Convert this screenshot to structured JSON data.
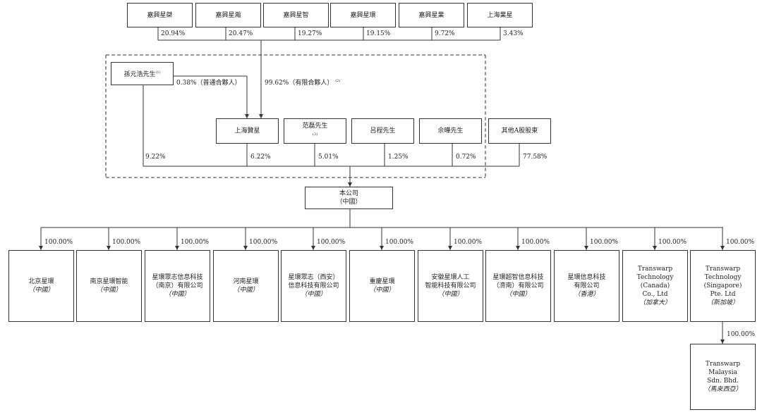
{
  "top_holders": [
    {
      "name": "嘉興星桀",
      "pct": "20.94%"
    },
    {
      "name": "嘉興星瀚",
      "pct": "20.47%"
    },
    {
      "name": "嘉興星智",
      "pct": "19.27%"
    },
    {
      "name": "嘉興星環",
      "pct": "19.15%"
    },
    {
      "name": "嘉興星業",
      "pct": "9.72%"
    },
    {
      "name": "上海業星",
      "pct": "3.43%"
    }
  ],
  "sun": {
    "name": "孫元浩先生",
    "note": "(1)",
    "gp_label": "0.38%（普通合夥人）",
    "lp_label": "99.62%（有限合夥人）",
    "lp_note": "(2)"
  },
  "shareholders": [
    {
      "name": "孫元浩先生",
      "pct": "9.22%"
    },
    {
      "name": "上海贊星",
      "pct": "6.22%"
    },
    {
      "name": "范磊先生",
      "note": "(3)",
      "pct": "5.01%"
    },
    {
      "name": "呂程先生",
      "pct": "1.25%"
    },
    {
      "name": "佘曄先生",
      "pct": "0.72%"
    },
    {
      "name": "其他A股股東",
      "pct": "77.58%"
    }
  ],
  "company": {
    "name": "本公司",
    "loc": "（中國）"
  },
  "subsidiaries": [
    {
      "name": "北京星環",
      "loc": "（中國）",
      "pct": "100.00%"
    },
    {
      "name": "南京星環智能",
      "loc": "（中國）",
      "pct": "100.00%"
    },
    {
      "name": "星環眾志信息科技\n（南京）有限公司",
      "loc": "（中國）",
      "pct": "100.00%"
    },
    {
      "name": "河南星環",
      "loc": "（中國）",
      "pct": "100.00%"
    },
    {
      "name": "星環眾志（西安）\n信息科技有限公司",
      "loc": "（中國）",
      "pct": "100.00%"
    },
    {
      "name": "重慶星環",
      "loc": "（中國）",
      "pct": "100.00%"
    },
    {
      "name": "安徽星環人工\n智能科技有限公司",
      "loc": "（中國）",
      "pct": "100.00%"
    },
    {
      "name": "星環超智信息科技\n（濟南）有限公司",
      "loc": "（中國）",
      "pct": "100.00%"
    },
    {
      "name": "星環信息科技\n有限公司",
      "loc": "（香港）",
      "pct": "100.00%"
    },
    {
      "name": "Transwarp\nTechnology\n(Canada)\nCo., Ltd",
      "loc": "（加拿大）",
      "pct": "100.00%"
    },
    {
      "name": "Transwarp\nTechnology\n(Singapore)\nPte. Ltd",
      "loc": "（新加坡）",
      "pct": "100.00%"
    }
  ],
  "malaysia": {
    "name": "Transwarp\nMalaysia\nSdn. Bhd.",
    "loc": "（馬來西亞）",
    "pct": "100.00%"
  }
}
